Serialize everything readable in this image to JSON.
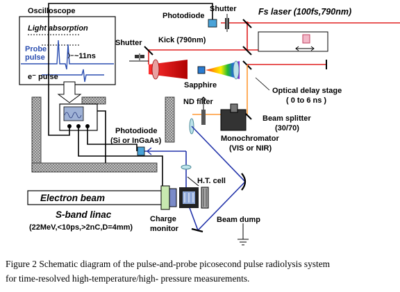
{
  "labels": {
    "oscilloscope": "Oscilloscope",
    "light_absorption": "Light absorption",
    "probe_pulse_1": "Probe",
    "probe_pulse_2": "pulse",
    "pulse_width": "~11ns",
    "e_pulse": "e⁻ pulse",
    "photodiode_top": "Photodiode",
    "shutter_top": "Shutter",
    "fs_laser": "Fs laser (100fs,790nm)",
    "shutter_left": "Shutter",
    "kick": "Kick (790nm)",
    "sapphire": "Sapphire",
    "optical_delay_1": "Optical delay stage",
    "optical_delay_2": "( 0 to 6 ns )",
    "nd_filter": "ND filter",
    "beam_splitter_1": "Beam splitter",
    "beam_splitter_2": "(30/70)",
    "monochromator_1": "Monochromator",
    "monochromator_2": "(VIS or NIR)",
    "photodiode_mid_1": "Photodiode",
    "photodiode_mid_2": "(Si or InGaAs)",
    "ht_cell": "H.T. cell",
    "electron_beam": "Electron beam",
    "sband_linac": "S-band linac",
    "linac_params": "(22MeV,<10ps,>2nC,D=4mm)",
    "charge_monitor_1": "Charge",
    "charge_monitor_2": "monitor",
    "beam_dump": "Beam dump"
  },
  "caption": {
    "line1": "Figure 2 Schematic diagram of the pulse-and-probe picosecond pulse radiolysis system",
    "line2": "for time-resolved high-temperature/high- pressure measurements."
  },
  "colors": {
    "laser": "#e02020",
    "probe_white": "#ff9933",
    "probe_blue": "#2233aa",
    "shielding": "#444444",
    "optic_cyan": "#55c8d8"
  }
}
